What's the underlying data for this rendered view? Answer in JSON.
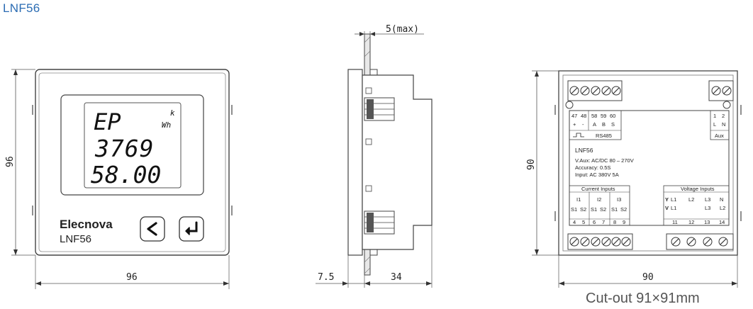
{
  "title": "LNF56",
  "front_view": {
    "display": {
      "line1": "EP",
      "unit_top": "k",
      "unit_bottom": "Wh",
      "line2": "3769",
      "line3": "58.00"
    },
    "brand": "Elecnova",
    "model": "LNF56",
    "buttons": [
      "left-arrow",
      "enter-arrow"
    ],
    "dim_width": "96",
    "dim_height": "96"
  },
  "side_view": {
    "dim_panel": "5(max)",
    "dim_front": "7.5",
    "dim_depth": "34"
  },
  "rear_view": {
    "terminals_top_left": [
      "47",
      "48",
      "58",
      "59",
      "60"
    ],
    "signs": [
      "+",
      "-",
      "A",
      "B",
      "S"
    ],
    "pulse_label": "⎍",
    "rs485_label": "RS485",
    "aux_numbers": [
      "1",
      "2"
    ],
    "aux_signs": [
      "L",
      "N"
    ],
    "aux_label": "Aux",
    "model": "LNF56",
    "specs": [
      "V.Aux:  AC/DC 80 – 270V",
      "Accuracy:  0.5S",
      "Input:  AC 380V 5A"
    ],
    "current_header": "Current Inputs",
    "current_phases": [
      "I1",
      "I2",
      "I3"
    ],
    "current_pins": [
      "S1",
      "S2",
      "S1",
      "S2",
      "S1",
      "S2"
    ],
    "current_numbers": [
      "4",
      "5",
      "6",
      "7",
      "8",
      "9"
    ],
    "voltage_header": "Voltage Inputs",
    "voltage_row1": [
      "L1",
      "L2",
      "L3",
      "N"
    ],
    "voltage_row2": [
      "L1",
      "L3",
      "L2"
    ],
    "voltage_numbers": [
      "11",
      "12",
      "13",
      "14"
    ],
    "dim_width": "90",
    "dim_height": "90"
  },
  "cutout": "Cut-out 91×91mm"
}
